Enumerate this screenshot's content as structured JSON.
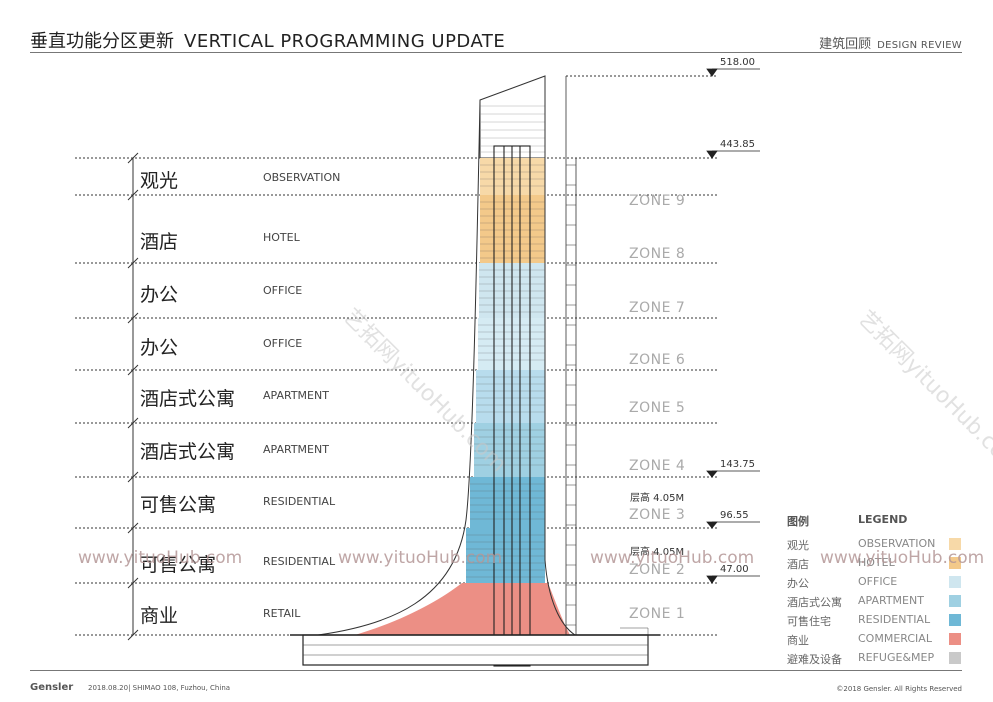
{
  "header": {
    "title_cn": "垂直功能分区更新",
    "title_en": "VERTICAL PROGRAMMING UPDATE",
    "review_cn": "建筑回顾",
    "review_en": "DESIGN REVIEW"
  },
  "programs": [
    {
      "cn": "观光",
      "en": "OBSERVATION"
    },
    {
      "cn": "酒店",
      "en": "HOTEL"
    },
    {
      "cn": "办公",
      "en": "OFFICE"
    },
    {
      "cn": "办公",
      "en": "OFFICE"
    },
    {
      "cn": "酒店式公寓",
      "en": "APARTMENT"
    },
    {
      "cn": "酒店式公寓",
      "en": "APARTMENT"
    },
    {
      "cn": "可售公寓",
      "en": "RESIDENTIAL"
    },
    {
      "cn": "可售公寓",
      "en": "RESIDENTIAL"
    },
    {
      "cn": "商业",
      "en": "RETAIL"
    }
  ],
  "zones": [
    "ZONE 9",
    "ZONE 8",
    "ZONE 7",
    "ZONE 6",
    "ZONE 5",
    "ZONE 4",
    "ZONE 3",
    "ZONE 2",
    "ZONE 1"
  ],
  "elevations": [
    "518.00",
    "443.85",
    "143.75",
    "96.55",
    "47.00"
  ],
  "floor_heights": [
    "层高 4.05M",
    "层高 4.05M"
  ],
  "legend": {
    "title_cn": "图例",
    "title_en": "LEGEND",
    "items": [
      {
        "cn": "观光",
        "en": "OBSERVATION",
        "color": "#f7d9a8"
      },
      {
        "cn": "酒店",
        "en": "HOTEL",
        "color": "#f3c98a"
      },
      {
        "cn": "办公",
        "en": "OFFICE",
        "color": "#cfe6ef"
      },
      {
        "cn": "酒店式公寓",
        "en": "APARTMENT",
        "color": "#9fd0e2"
      },
      {
        "cn": "可售住宅",
        "en": "RESIDENTIAL",
        "color": "#6fb8d6"
      },
      {
        "cn": "商业",
        "en": "COMMERCIAL",
        "color": "#ec8f85"
      },
      {
        "cn": "避难及设备",
        "en": "REFUGE&MEP",
        "color": "#c9c9c9"
      }
    ]
  },
  "watermarks": {
    "url": "www.yituoHub.com",
    "diag": "艺拓网yituoHub.com"
  },
  "footer": {
    "brand": "Gensler",
    "info": "2018.08.20| SHIMAO 108, Fuzhou, China",
    "copyright": "©2018 Gensler.  All Rights Reserved"
  }
}
